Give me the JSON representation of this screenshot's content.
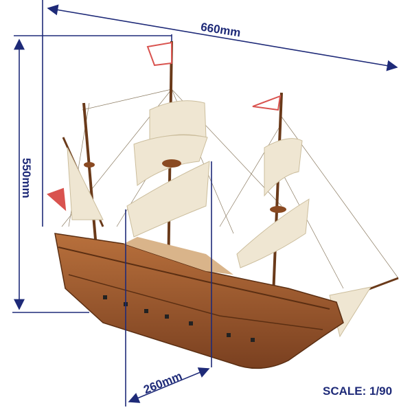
{
  "dimensions": {
    "length": "660mm",
    "height": "550mm",
    "width": "260mm"
  },
  "scale": "SCALE: 1/90",
  "colors": {
    "dimension_lines": "#1e2a78",
    "hull": "#9a5a2e",
    "sails": "#efe6d2",
    "flags": "#d9534f"
  }
}
